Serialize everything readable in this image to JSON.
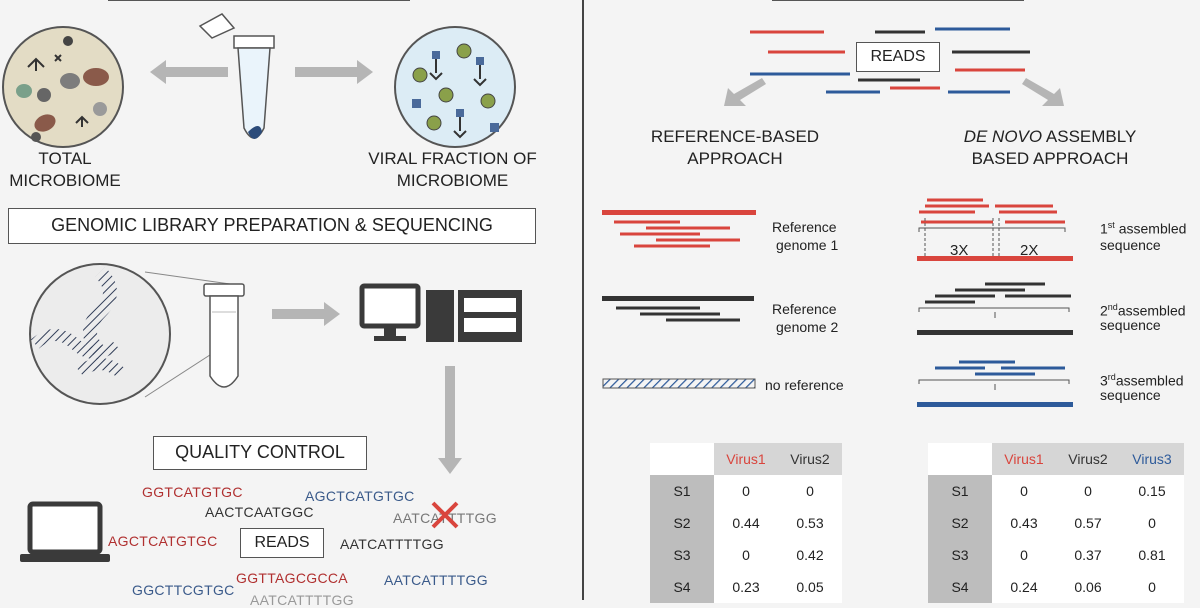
{
  "left": {
    "total_label_1": "TOTAL",
    "total_label_2": "MICROBIOME",
    "viral_label_1": "VIRAL FRACTION OF",
    "viral_label_2": "MICROBIOME",
    "library_title": "GENOMIC LIBRARY PREPARATION & SEQUENCING",
    "qc_title": "QUALITY CONTROL",
    "reads_label": "READS",
    "sequences": [
      {
        "text": "GGTCATGTGC",
        "color": "red"
      },
      {
        "text": "AGCTCATGTGC",
        "color": "blue"
      },
      {
        "text": "AACTCAATGGC",
        "color": "dark"
      },
      {
        "text": "AATCATTTTGG",
        "color": "dark"
      },
      {
        "text": "AGCTCATGTGC",
        "color": "red"
      },
      {
        "text": "AATCATTTTGG",
        "color": "dark"
      },
      {
        "text": "GGTTAGCGCCA",
        "color": "red"
      },
      {
        "text": "AATCATTTTGG",
        "color": "blue"
      },
      {
        "text": "GGCTTCGTGC",
        "color": "blue"
      },
      {
        "text": "AATCATTTTGG",
        "color": "dark"
      }
    ]
  },
  "right": {
    "reads_label": "READS",
    "ref_title_1": "REFERENCE-BASED",
    "ref_title_2": "APPROACH",
    "denovo_title_1_italic": "DE NOVO",
    "denovo_title_1_rest": " ASSEMBLY",
    "denovo_title_2": "BASED APPROACH",
    "ref_legend": [
      "Reference genome 1",
      "Reference genome 2",
      "no reference"
    ],
    "ref1_a": "Reference",
    "ref1_b": "genome 1",
    "ref2_a": "Reference",
    "ref2_b": "genome 2",
    "noref": "no reference",
    "asm1_sup": "st",
    "asm2_sup": "nd",
    "asm3_sup": "rd",
    "asm_n1": "1",
    "asm_n2": "2",
    "asm_n3": "3",
    "asm_word": "assembled",
    "asm_seq": "sequence",
    "cov_3x": "3X",
    "cov_2x": "2X",
    "table1": {
      "headers": [
        "Virus1",
        "Virus2"
      ],
      "rows": [
        {
          "name": "S1",
          "vals": [
            "0",
            "0"
          ]
        },
        {
          "name": "S2",
          "vals": [
            "0.44",
            "0.53"
          ]
        },
        {
          "name": "S3",
          "vals": [
            "0",
            "0.42"
          ]
        },
        {
          "name": "S4",
          "vals": [
            "0.23",
            "0.05"
          ]
        }
      ]
    },
    "table2": {
      "headers": [
        "Virus1",
        "Virus2",
        "Virus3"
      ],
      "rows": [
        {
          "name": "S1",
          "vals": [
            "0",
            "0",
            "0.15"
          ]
        },
        {
          "name": "S2",
          "vals": [
            "0.43",
            "0.57",
            "0"
          ]
        },
        {
          "name": "S3",
          "vals": [
            "0",
            "0.37",
            "0.81"
          ]
        },
        {
          "name": "S4",
          "vals": [
            "0.24",
            "0.06",
            "0"
          ]
        }
      ]
    }
  },
  "colors": {
    "red": "#d9453d",
    "dark": "#333333",
    "blue": "#2d5a9a",
    "arrow": "#b5b5b5"
  }
}
